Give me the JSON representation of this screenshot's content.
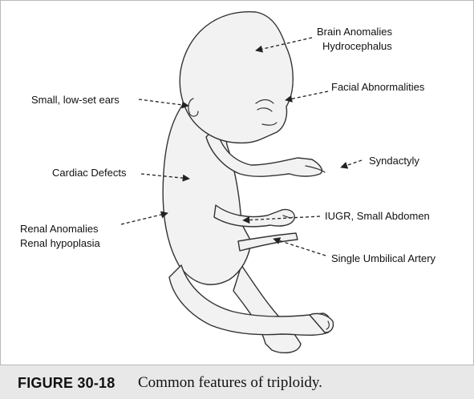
{
  "labels": {
    "brain_1": "Brain Anomalies",
    "brain_2": "Hydrocephalus",
    "facial": "Facial Abnormalities",
    "ears": "Small, low-set ears",
    "cardiac": "Cardiac Defects",
    "syndactyly": "Syndactyly",
    "iugr": "IUGR, Small Abdomen",
    "renal_1": "Renal Anomalies",
    "renal_2": "Renal hypoplasia",
    "umbilical": "Single Umbilical Artery"
  },
  "caption": {
    "number": "FIGURE 30-18",
    "text": "Common features of triploidy."
  }
}
